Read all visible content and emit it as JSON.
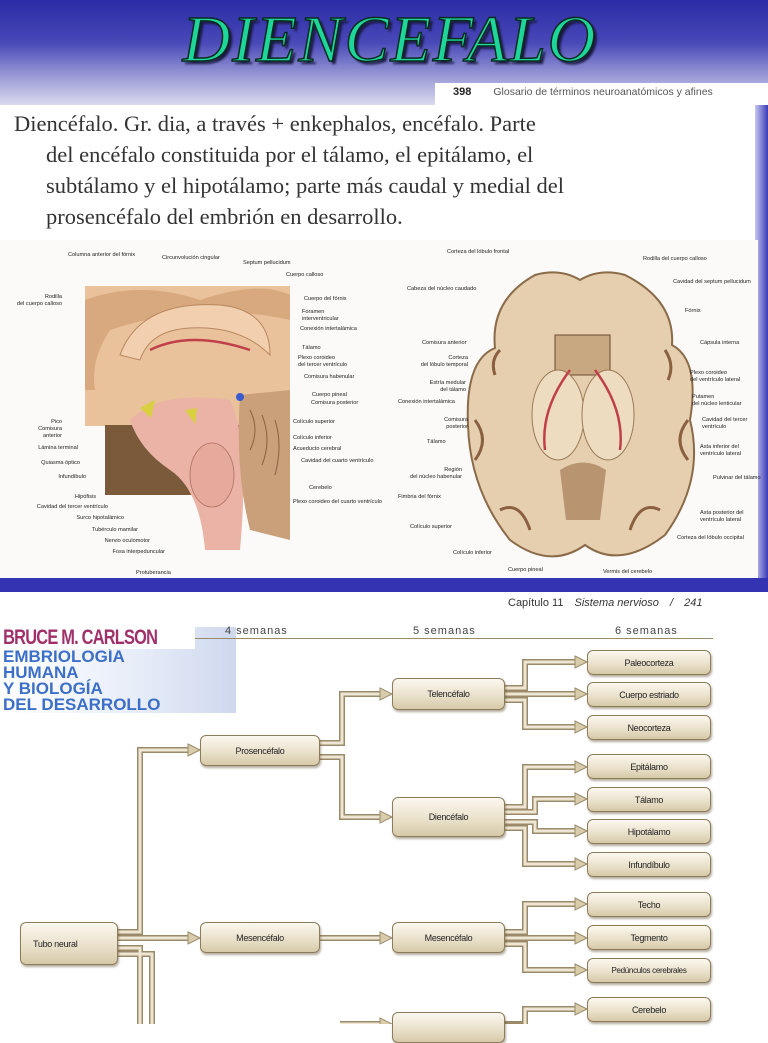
{
  "title": "DIENCEFALO",
  "glossary": {
    "page": "398",
    "text": "Glosario de términos neuroanatómicos y afines"
  },
  "definition": {
    "lines": [
      "Diencéfalo. Gr. dia, a través + enkephalos, encéfalo. Parte",
      "del encéfalo constituida por el tálamo, el epitálamo, el",
      "subtálamo y el hipotálamo; parte más caudal y medial del",
      "prosencéfalo del embrión en desarrollo."
    ]
  },
  "figures": {
    "left": {
      "labels": [
        "Columna anterior del fórnix",
        "Circunvolución cingular",
        "Septum pellucidum",
        "Cuerpo calloso",
        "Rodilla",
        "del cuerpo calloso",
        "Cuerpo del fórnix",
        "Foramen",
        "interventricular",
        "Conexión intertalámica",
        "Tálamo",
        "Plexo coroideo",
        "del tercer ventrículo",
        "Comisura habenular",
        "Cuerpo pineal",
        "Comisura posterior",
        "Colículo superior",
        "Colículo inferior",
        "Acueducto cerebral",
        "Cavidad del cuarto ventrículo",
        "Cerebelo",
        "Plexo coroideo del cuarto ventrículo",
        "Pico",
        "Comisura",
        "anterior",
        "Lámina terminal",
        "Quiasma óptico",
        "Infundíbulo",
        "Hipófisis",
        "Cavidad del tercer ventrículo",
        "Surco hipotalámico",
        "Tubérculo mamilar",
        "Nervio oculomotor",
        "Fosa interpeduncular",
        "Protuberancia"
      ]
    },
    "right": {
      "labels": [
        "Corteza del lóbulo frontal",
        "Rodilla del cuerpo calloso",
        "Cabeza del núcleo caudado",
        "Cavidad del septum pellucidum",
        "Fórnix",
        "Comisura anterior",
        "Cápsula interna",
        "Corteza",
        "del lóbulo temporal",
        "Plexo coroideo",
        "del ventrículo lateral",
        "Estría medular",
        "del tálamo",
        "Conexión intertalámica",
        "Putamen",
        "del núcleo lenticular",
        "Comisura",
        "posterior",
        "Cavidad del tercer",
        "ventrículo",
        "Tálamo",
        "Asta inferior del",
        "ventrículo lateral",
        "Región",
        "del núcleo habenular",
        "Pulvinar del tálamo",
        "Fimbria del fórnix",
        "Asta posterior del",
        "ventrículo lateral",
        "Colículo superior",
        "Corteza del lóbulo occipital",
        "Colículo inferior",
        "Cuerpo pineal",
        "Vermis del cerebelo"
      ]
    }
  },
  "chapter": {
    "label": "Capítulo 11",
    "section": "Sistema nervioso",
    "sep": "/",
    "page": "241"
  },
  "logo": {
    "author": "BRUCE M. CARLSON",
    "book": [
      "EMBRIOLOGÍA",
      "HUMANA",
      "Y BIOLOGÍA",
      "DEL DESARROLLO"
    ]
  },
  "weeks": [
    "4 semanas",
    "5 semanas",
    "6 semanas"
  ],
  "diagram": {
    "root": "Tubo neural",
    "week4": [
      "Prosencéfalo",
      "Mesencéfalo"
    ],
    "week5": [
      "Telencéfalo",
      "Diencéfalo",
      "Mesencéfalo"
    ],
    "week6": [
      "Paleocorteza",
      "Cuerpo estriado",
      "Neocorteza",
      "Epitálamo",
      "Tálamo",
      "Hipotálamo",
      "Infundíbulo",
      "Techo",
      "Tegmento",
      "Pedúnculos cerebrales",
      "Cerebelo"
    ]
  },
  "colors": {
    "title": "#1ed69a",
    "banner": "#3434b2",
    "connector": "#9a8a6a",
    "box": "#e8dfc8",
    "author": "#a0306a",
    "book": "#3c6fc8"
  }
}
